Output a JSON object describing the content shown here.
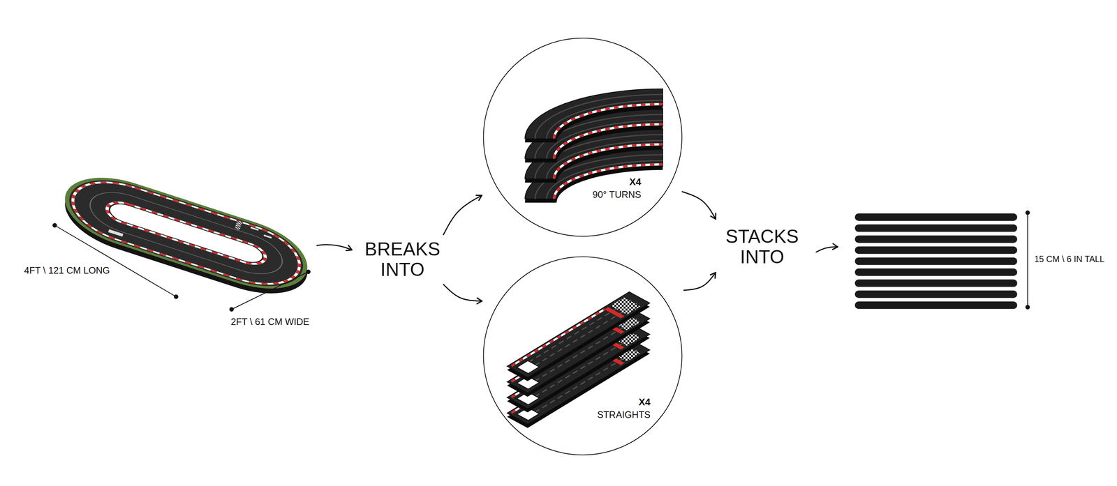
{
  "diagram": {
    "nodes": [
      {
        "text": [
          "BREAKS INTO"
        ]
      },
      {
        "text": [
          "X4",
          "90° TURNS"
        ]
      },
      {
        "text": [
          "X4",
          "STRAIGHTS"
        ]
      },
      {
        "text": [
          "STACKS INTO"
        ]
      }
    ],
    "edges": [
      {
        "from": 0,
        "to": 1,
        "arrow": "to"
      },
      {
        "from": 0,
        "to": 2,
        "arrow": "to"
      },
      {
        "from": 1,
        "to": 3,
        "arrow": "to"
      },
      {
        "from": 2,
        "to": 3,
        "arrow": "to"
      }
    ],
    "labels": [
      "4FT \\ 121 CM LONG",
      "2FT \\ 61 CM WIDE",
      "15 CM \\ 6 IN TALL"
    ]
  }
}
